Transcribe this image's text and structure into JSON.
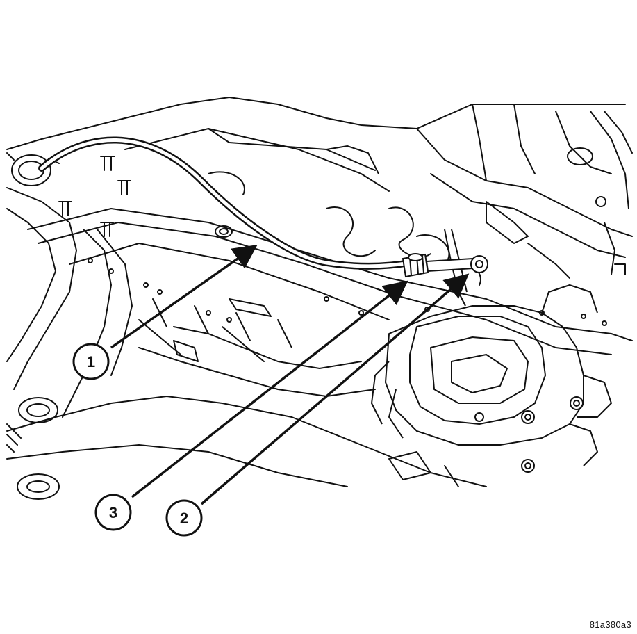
{
  "figure": {
    "code": "81a380a3",
    "line_color": "#111111",
    "background": "#ffffff",
    "parts": [
      "vehicle-floor-pan",
      "transmission-assembly",
      "shift-cable",
      "cable-end-fitting",
      "cable-adjuster"
    ]
  },
  "callouts": [
    {
      "id": "1",
      "label": "1",
      "target": "shift-cable"
    },
    {
      "id": "2",
      "label": "2",
      "target": "cable-end-fitting"
    },
    {
      "id": "3",
      "label": "3",
      "target": "cable-adjuster"
    }
  ]
}
